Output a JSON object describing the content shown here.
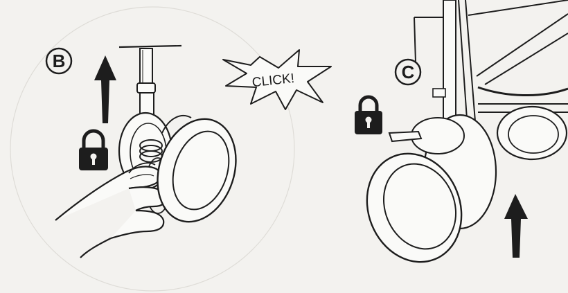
{
  "diagram": {
    "panels": [
      {
        "step": "B",
        "action": "lock-front-wheel",
        "arrow_direction": "up",
        "lock_state": "locked"
      },
      {
        "step": "C",
        "action": "lock-rear-wheel",
        "arrow_direction": "up",
        "lock_state": "locked"
      }
    ],
    "callout": {
      "text": "CLICK!"
    },
    "colors": {
      "ink": "#1d1d1d",
      "paper": "#f3f2ef",
      "wheel_fill": "#fafaf8"
    },
    "icons": [
      "up-arrow-icon",
      "padlock-icon",
      "starburst-callout",
      "hand-illustration",
      "wheel-illustration"
    ]
  }
}
